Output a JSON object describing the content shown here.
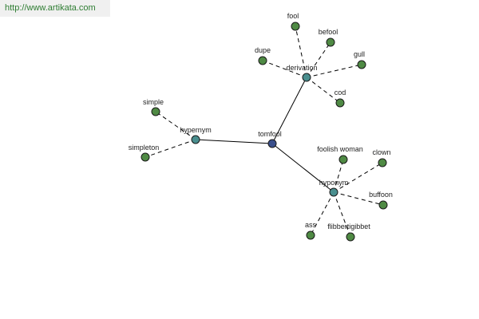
{
  "banner": {
    "url_text": "http://www.artikata.com"
  },
  "colors": {
    "center_node": "#3a4f8c",
    "relation_node": "#4a8f8f",
    "word_node": "#4f8a44",
    "banner_text": "#2e7d32"
  },
  "graph": {
    "center": {
      "id": "tomfool",
      "label": "tomfool"
    },
    "relations": [
      {
        "id": "hypernym",
        "label": "hypernym"
      },
      {
        "id": "derivation",
        "label": "derivation"
      },
      {
        "id": "hyponym",
        "label": "hyponym"
      }
    ],
    "words": [
      {
        "id": "simple",
        "label": "simple",
        "relation": "hypernym"
      },
      {
        "id": "simpleton",
        "label": "simpleton",
        "relation": "hypernym"
      },
      {
        "id": "fool",
        "label": "fool",
        "relation": "derivation"
      },
      {
        "id": "befool",
        "label": "befool",
        "relation": "derivation"
      },
      {
        "id": "dupe",
        "label": "dupe",
        "relation": "derivation"
      },
      {
        "id": "gull",
        "label": "gull",
        "relation": "derivation"
      },
      {
        "id": "cod",
        "label": "cod",
        "relation": "derivation"
      },
      {
        "id": "foolish-woman",
        "label": "foolish woman",
        "relation": "hyponym"
      },
      {
        "id": "clown",
        "label": "clown",
        "relation": "hyponym"
      },
      {
        "id": "buffoon",
        "label": "buffoon",
        "relation": "hyponym"
      },
      {
        "id": "flibbertigibbet",
        "label": "flibbertigibbet",
        "relation": "hyponym"
      },
      {
        "id": "ass",
        "label": "ass",
        "relation": "hyponym"
      }
    ]
  }
}
